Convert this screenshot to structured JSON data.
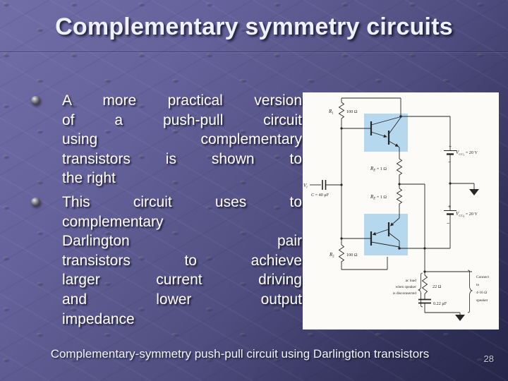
{
  "slide": {
    "title": "Complementary symmetry circuits",
    "bullets": [
      {
        "lines": [
          "A more practical version",
          "of a push-pull circuit",
          "using complementary",
          "transistors is shown to",
          "the right"
        ]
      },
      {
        "lines": [
          "This circuit uses to",
          "complementary",
          "Darlington pair",
          "transistors to achieve",
          "larger current driving",
          "and lower output",
          "impedance"
        ]
      }
    ],
    "caption": "Complementary-symmetry push-pull circuit using Darlingtion transistors",
    "page_number": "28"
  },
  "figure": {
    "labels": {
      "r1_base": "R",
      "r1_sub": "1",
      "r1_value": "100 Ω",
      "r2_base": "R",
      "r2_sub": "2",
      "r2_value": "100 Ω",
      "re1_base": "R",
      "re1_sub": "E",
      "re1_eq": "= 1 Ω",
      "re2_base": "R",
      "re2_sub": "E",
      "re2_eq": "= 1 Ω",
      "vi_base": "V",
      "vi_sub": "i",
      "cap_base": "C",
      "cap_eq": "= 40 μF",
      "vcc1_base": "V",
      "vcc1_sub": "CC",
      "vcc1_subsub": "1",
      "vcc1_eq": "= 20 V",
      "vcc2_base": "V",
      "vcc2_sub": "CC",
      "vcc2_subsub": "2",
      "vcc2_eq": "= 20 V",
      "plus1": "+",
      "minus1": "−",
      "plus2": "+",
      "minus2": "−",
      "r_load": "22 Ω",
      "c_load": "0.22 μF",
      "ac_load_1": "ac load",
      "ac_load_2": "when speaker",
      "ac_load_3": "is disconnected",
      "connect_1": "Connect",
      "connect_2": "to",
      "connect_3": "4-16 Ω",
      "connect_4": "speaker"
    },
    "highlight_color": "#b5d8ee"
  },
  "colors": {
    "background_top": "#716da6",
    "background_bottom": "#26264a",
    "ink": "#262626"
  }
}
